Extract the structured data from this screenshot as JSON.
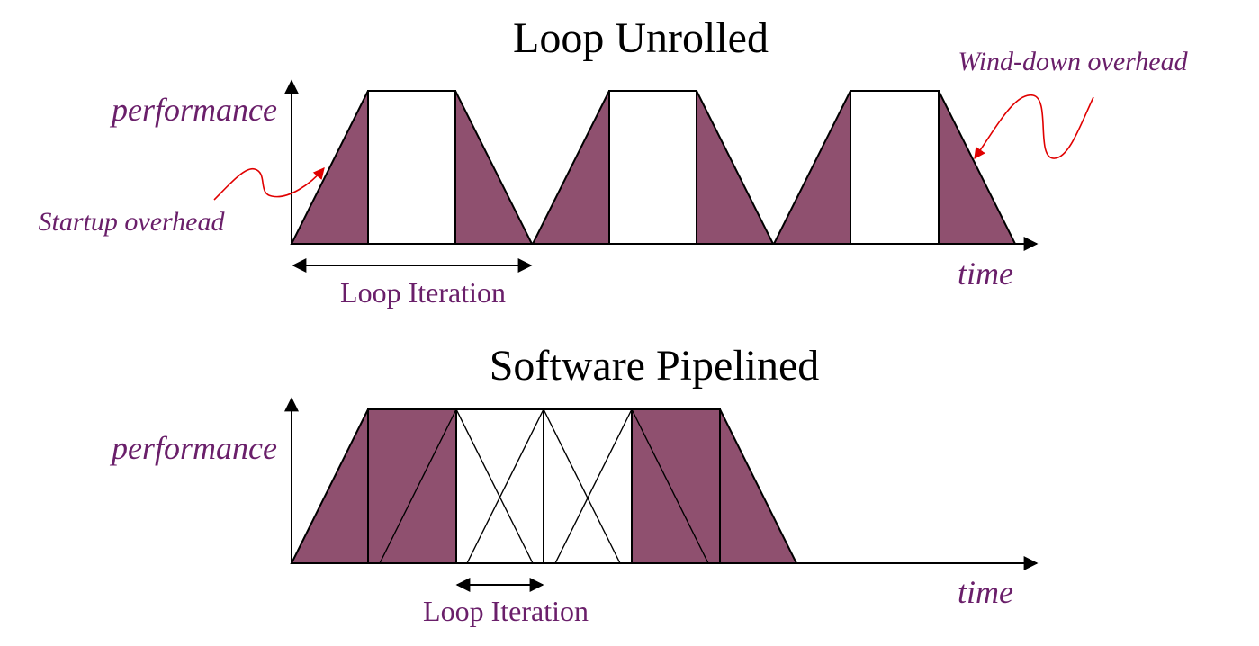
{
  "top_panel": {
    "title": "Loop Unrolled",
    "y_label": "performance",
    "x_label": "time",
    "iteration_label": "Loop Iteration",
    "startup_label": "Startup overhead",
    "winddown_label": "Wind-down overhead"
  },
  "bottom_panel": {
    "title": "Software Pipelined",
    "y_label": "performance",
    "x_label": "time",
    "iteration_label": "Loop Iteration"
  },
  "colors": {
    "overhead_fill": "#8f506f",
    "label_text": "#6a1f6a",
    "callout_arrow": "#e00000"
  }
}
